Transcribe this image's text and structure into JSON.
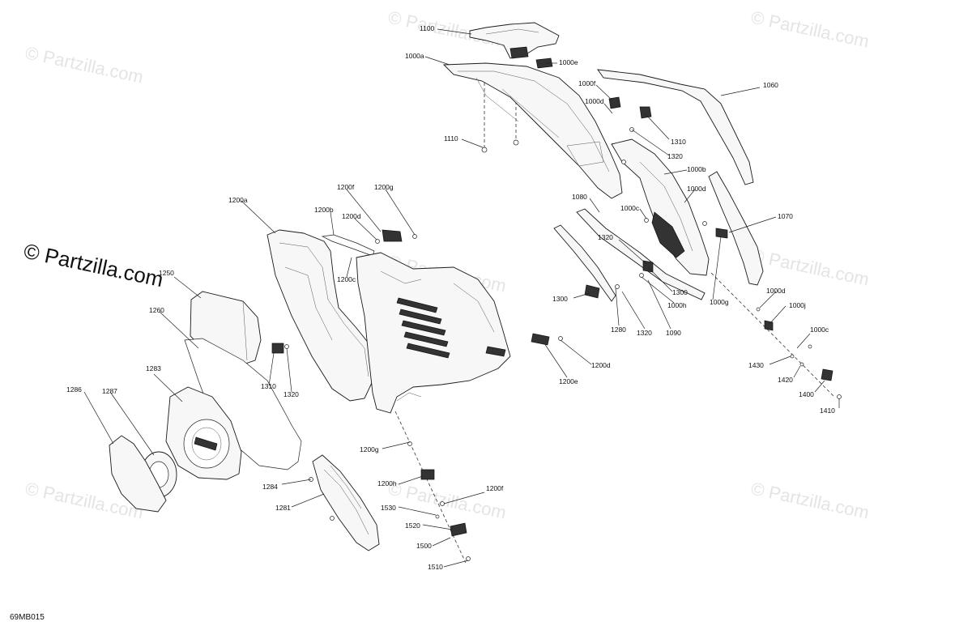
{
  "diagram_ref": "69MB015",
  "watermark_text": "© Partzilla.com",
  "callouts": [
    {
      "id": "c1100",
      "label": "1100"
    },
    {
      "id": "c1000a",
      "label": "1000a"
    },
    {
      "id": "c1000e",
      "label": "1000e"
    },
    {
      "id": "c1000f",
      "label": "1000f"
    },
    {
      "id": "c1000d_t",
      "label": "1000d"
    },
    {
      "id": "c1060",
      "label": "1060"
    },
    {
      "id": "c1310_t",
      "label": "1310"
    },
    {
      "id": "c1320_t",
      "label": "1320"
    },
    {
      "id": "c1110",
      "label": "1110"
    },
    {
      "id": "c1000b",
      "label": "1000b"
    },
    {
      "id": "c1000d_m",
      "label": "1000d"
    },
    {
      "id": "c1080",
      "label": "1080"
    },
    {
      "id": "c1000c_m",
      "label": "1000c"
    },
    {
      "id": "c1070",
      "label": "1070"
    },
    {
      "id": "c1200a",
      "label": "1200a"
    },
    {
      "id": "c1200f_t",
      "label": "1200f"
    },
    {
      "id": "c1200g_t",
      "label": "1200g"
    },
    {
      "id": "c1200b",
      "label": "1200b"
    },
    {
      "id": "c1200d_t",
      "label": "1200d"
    },
    {
      "id": "c1200c",
      "label": "1200c"
    },
    {
      "id": "c1320_m",
      "label": "1320"
    },
    {
      "id": "c1300_r",
      "label": "1300"
    },
    {
      "id": "c1300_l",
      "label": "1300"
    },
    {
      "id": "c1000h",
      "label": "1000h"
    },
    {
      "id": "c1000g",
      "label": "1000g"
    },
    {
      "id": "c1000d_r",
      "label": "1000d"
    },
    {
      "id": "c1000j",
      "label": "1000j"
    },
    {
      "id": "c1250",
      "label": "1250"
    },
    {
      "id": "c1260",
      "label": "1260"
    },
    {
      "id": "c1280",
      "label": "1280"
    },
    {
      "id": "c1320_b",
      "label": "1320"
    },
    {
      "id": "c1090",
      "label": "1090"
    },
    {
      "id": "c1000c_r",
      "label": "1000c"
    },
    {
      "id": "c1200d_b",
      "label": "1200d"
    },
    {
      "id": "c1430",
      "label": "1430"
    },
    {
      "id": "c1310_l",
      "label": "1310"
    },
    {
      "id": "c1320_l",
      "label": "1320"
    },
    {
      "id": "c1200e",
      "label": "1200e"
    },
    {
      "id": "c1420",
      "label": "1420"
    },
    {
      "id": "c1400",
      "label": "1400"
    },
    {
      "id": "c1410",
      "label": "1410"
    },
    {
      "id": "c1283",
      "label": "1283"
    },
    {
      "id": "c1286",
      "label": "1286"
    },
    {
      "id": "c1287",
      "label": "1287"
    },
    {
      "id": "c1200g_b",
      "label": "1200g"
    },
    {
      "id": "c1284",
      "label": "1284"
    },
    {
      "id": "c1200h",
      "label": "1200h"
    },
    {
      "id": "c1200f_b",
      "label": "1200f"
    },
    {
      "id": "c1281",
      "label": "1281"
    },
    {
      "id": "c1530",
      "label": "1530"
    },
    {
      "id": "c1520",
      "label": "1520"
    },
    {
      "id": "c1500",
      "label": "1500"
    },
    {
      "id": "c1510",
      "label": "1510"
    }
  ]
}
